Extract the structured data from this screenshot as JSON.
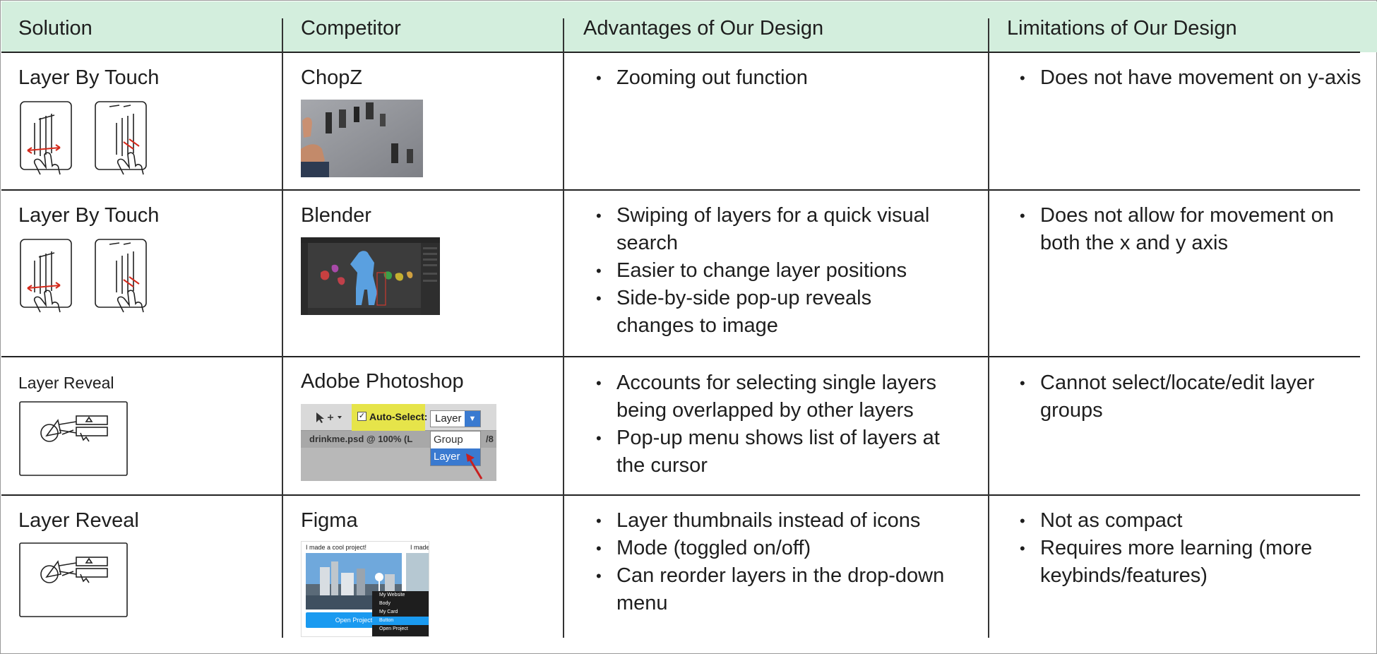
{
  "headers": [
    "Solution",
    "Competitor",
    "Advantages of Our Design",
    "Limitations of Our Design"
  ],
  "rows": [
    {
      "solution": "Layer By Touch",
      "competitor": "ChopZ",
      "advantages": [
        "Zooming out function"
      ],
      "limitations": [
        "Does not have movement on y-axis"
      ]
    },
    {
      "solution": "Layer By Touch",
      "competitor": "Blender",
      "advantages": [
        "Swiping of layers for a quick visual search",
        "Easier to change layer positions",
        "Side-by-side pop-up reveals changes to image"
      ],
      "limitations": [
        "Does not allow for movement on both the x and y axis"
      ]
    },
    {
      "solution": "Layer Reveal",
      "competitor": "Adobe Photoshop",
      "advantages": [
        "Accounts for selecting single layers being overlapped by other layers",
        "Pop-up menu shows list of layers at the cursor"
      ],
      "limitations": [
        "Cannot select/locate/edit layer groups"
      ]
    },
    {
      "solution": "Layer Reveal",
      "competitor": "Figma",
      "advantages": [
        "Layer thumbnails instead of icons",
        "Mode (toggled on/off)",
        "Can reorder layers in the drop-down menu"
      ],
      "limitations": [
        "Not as compact",
        "Requires more learning (more keybinds/features)"
      ]
    }
  ],
  "photoshop_ui": {
    "auto_select": "Auto-Select:",
    "dropdown_value": "Layer",
    "file_tab": "drinkme.psd @ 100% (L",
    "tab_cut": "/8",
    "menu_items": [
      "Group",
      "Layer"
    ]
  },
  "figma_ui": {
    "caption": "I made a cool project!",
    "caption_cut": "I made",
    "button": "Open Project",
    "menu_items": [
      "My Website",
      "Body",
      "My Card",
      "Button",
      "Open Project"
    ]
  },
  "colors": {
    "header_band": "#d3eedd",
    "rule": "#222222",
    "sketch_red": "#d42a1c",
    "photoshop_yellow": "#e6e44a",
    "figma_blue": "#1a9af0"
  },
  "icons": [
    "tablet-swipe-sketch",
    "tablet-tap-sketch",
    "layer-reveal-sketch"
  ]
}
